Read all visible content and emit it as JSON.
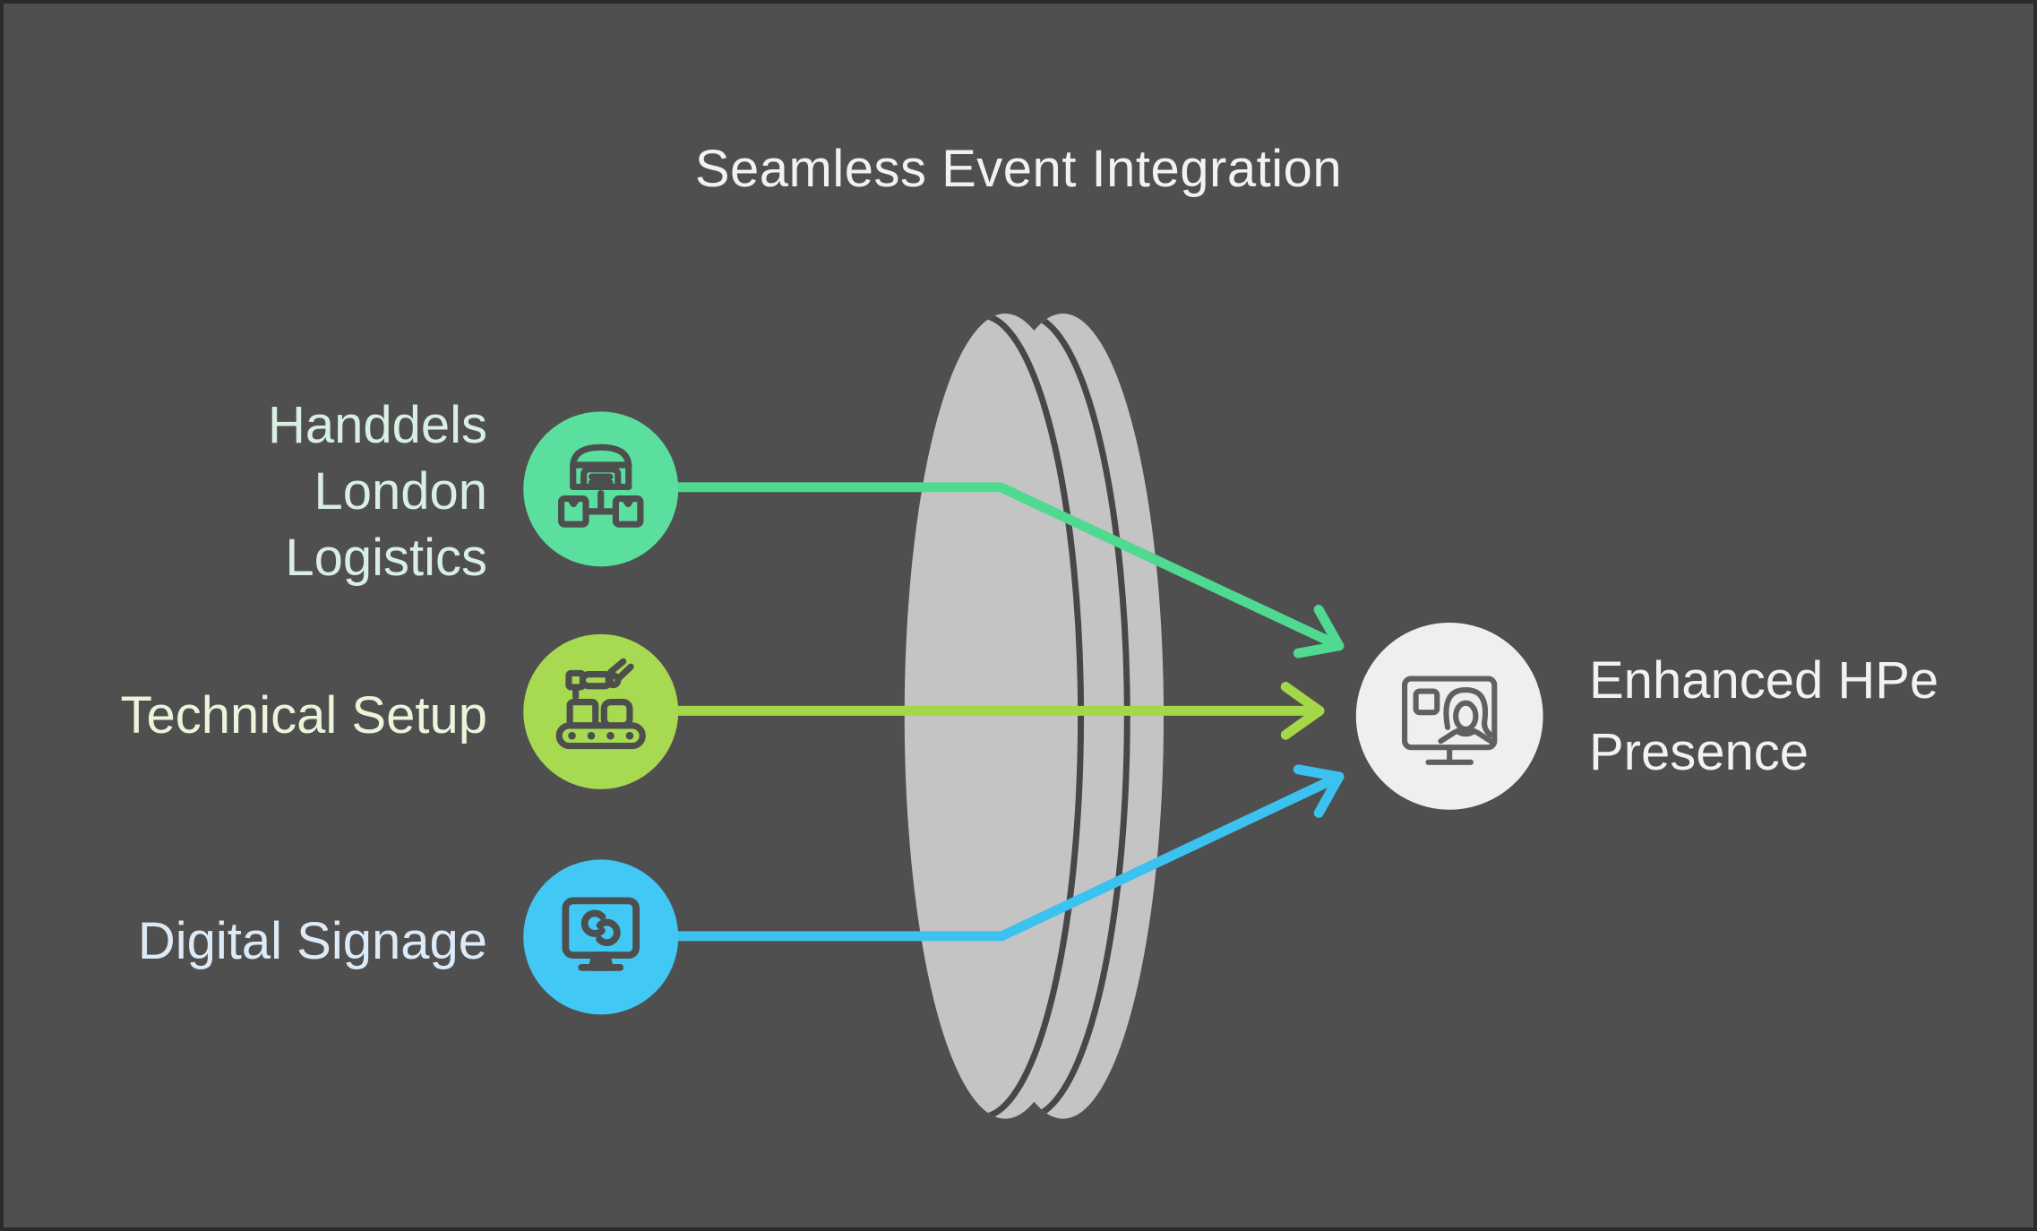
{
  "title": {
    "text": "Seamless Event Integration",
    "color": "#f2f2f2"
  },
  "background": {
    "fill": "#4f4f4f",
    "border_color": "#2b2b2b"
  },
  "lens": {
    "fill": "#c4c4c4",
    "line_color": "#474747"
  },
  "sources": [
    {
      "id": "handdels-london-logistics",
      "lines": [
        "Handdels",
        "London",
        "Logistics"
      ],
      "label_color": "#d9efe3",
      "circle_color": "#5bdf9e",
      "arrow_color": "#4fd991",
      "icon": "warehouse-distribution-icon",
      "icon_color": "#4d4e4e"
    },
    {
      "id": "technical-setup",
      "lines": [
        "Technical Setup"
      ],
      "label_color": "#eaf5da",
      "circle_color": "#a7da50",
      "arrow_color": "#a4d848",
      "icon": "robot-arm-conveyor-icon",
      "icon_color": "#4d4e4e"
    },
    {
      "id": "digital-signage",
      "lines": [
        "Digital Signage"
      ],
      "label_color": "#dcebf7",
      "circle_color": "#42c8f4",
      "arrow_color": "#3cc2f0",
      "icon": "monitor-link-icon",
      "icon_color": "#4d4e4e"
    }
  ],
  "result": {
    "id": "enhanced-hpe-presence",
    "lines": [
      "Enhanced HPe",
      "Presence"
    ],
    "text_color": "#f2f2f2",
    "circle_color": "#efefef",
    "icon": "presenter-monitor-icon",
    "icon_color": "#606060"
  }
}
